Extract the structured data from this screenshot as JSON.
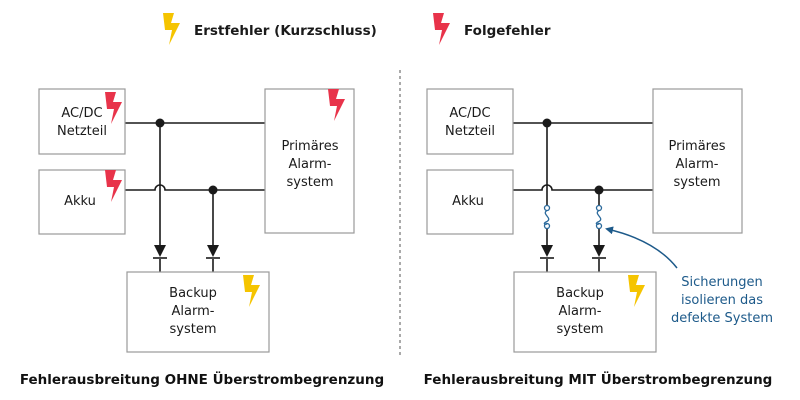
{
  "colors": {
    "first_fault": "#f5c400",
    "follow_fault": "#e8334a",
    "wire": "#1a1a1a",
    "box_border": "#9a9a9a",
    "annotation": "#1d5a8a"
  },
  "legend": {
    "first_fault": {
      "label": "Erstfehler (Kurzschluss)",
      "icon": "lightning-icon-yellow"
    },
    "follow_fault": {
      "label": "Folgefehler",
      "icon": "lightning-icon-red"
    }
  },
  "left_diagram": {
    "acdc": {
      "line1": "AC/DC",
      "line2": "Netzteil"
    },
    "akku": {
      "label": "Akku"
    },
    "primary": {
      "line1": "Primäres",
      "line2": "Alarm-",
      "line3": "system"
    },
    "backup": {
      "line1": "Backup",
      "line2": "Alarm-",
      "line3": "system"
    },
    "caption": "Fehlerausbreitung OHNE Überstrombegrenzung"
  },
  "right_diagram": {
    "acdc": {
      "line1": "AC/DC",
      "line2": "Netzteil"
    },
    "akku": {
      "label": "Akku"
    },
    "primary": {
      "line1": "Primäres",
      "line2": "Alarm-",
      "line3": "system"
    },
    "backup": {
      "line1": "Backup",
      "line2": "Alarm-",
      "line3": "system"
    },
    "annotation": {
      "line1": "Sicherungen",
      "line2": "isolieren das",
      "line3": "defekte System"
    },
    "caption": "Fehlerausbreitung MIT Überstrombegrenzung"
  }
}
